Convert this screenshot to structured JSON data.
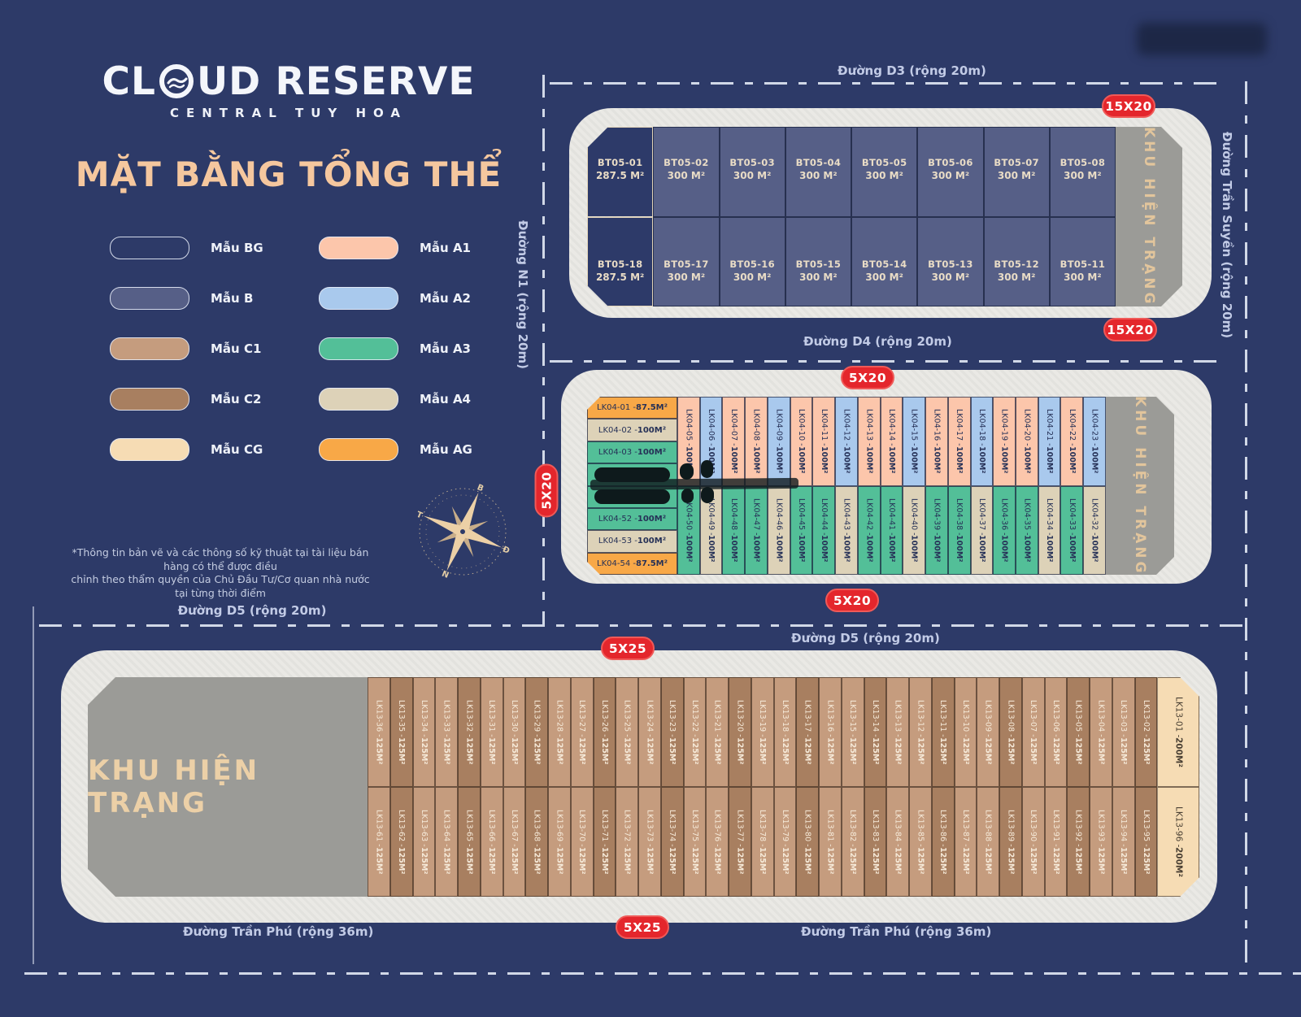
{
  "brand": {
    "logo_part1": "CL",
    "logo_part2": "UD RESERVE",
    "subtitle": "CENTRAL TUY HOA"
  },
  "title": "MẶT BẰNG TỔNG THỂ",
  "legend": {
    "left": [
      {
        "label": "Mẫu BG",
        "model": "BG"
      },
      {
        "label": "Mẫu B",
        "model": "B"
      },
      {
        "label": "Mẫu C1",
        "model": "C1"
      },
      {
        "label": "Mẫu C2",
        "model": "C2"
      },
      {
        "label": "Mẫu CG",
        "model": "CG"
      }
    ],
    "right": [
      {
        "label": "Mẫu A1",
        "model": "A1"
      },
      {
        "label": "Mẫu A2",
        "model": "A2"
      },
      {
        "label": "Mẫu A3",
        "model": "A3"
      },
      {
        "label": "Mẫu A4",
        "model": "A4"
      },
      {
        "label": "Mẫu AG",
        "model": "AG"
      }
    ]
  },
  "colors": {
    "BG": "transparent",
    "B": "#565f87",
    "C1": "#c59c7e",
    "C2": "#a87f60",
    "CG": "#f6dcb4",
    "A1": "#fcc6ab",
    "A2": "#a9c9ed",
    "A3": "#53bf98",
    "A4": "#ddd2b8",
    "AG": "#f8a847",
    "accent_red": "#e4262c",
    "pad": "#eae9e5",
    "gray_zone": "#9b9b97",
    "navy": "#2d3a68"
  },
  "disclaimer": {
    "line1": "*Thông tin bản vẽ và các thông số kỹ thuật tại tài liệu bán hàng có thể được điều",
    "line2": "chỉnh theo thẩm quyền của Chủ Đầu Tư/Cơ quan nhà nước tại từng thời điểm"
  },
  "compass": {
    "north": "B",
    "east": "Đ",
    "south": "N",
    "west": "T"
  },
  "roads": {
    "d3": "Đường D3 (rộng 20m)",
    "d4": "Đường D4 (rộng 20m)",
    "d5_left": "Đường D5 (rộng 20m)",
    "d5_right": "Đường D5 (rộng 20m)",
    "n1": "Đường N1 (rộng 20m)",
    "tran_suyen": "Đường Trần Suyền (rộng 20m)",
    "tran_phu_left": "Đường Trần Phú (rộng 36m)",
    "tran_phu_right": "Đường Trần Phú (rộng 36m)"
  },
  "badges": {
    "bt": "15X20",
    "lk04": "5X20",
    "lk13": "5X25"
  },
  "khu_hien_trang": "KHU HIỆN TRẠNG",
  "bt05": {
    "row1": [
      {
        "id": "BT05-01",
        "area": "287.5 M²",
        "m": "BG"
      },
      {
        "id": "BT05-02",
        "area": "300 M²",
        "m": "B"
      },
      {
        "id": "BT05-03",
        "area": "300 M²",
        "m": "B"
      },
      {
        "id": "BT05-04",
        "area": "300 M²",
        "m": "B"
      },
      {
        "id": "BT05-05",
        "area": "300 M²",
        "m": "B"
      },
      {
        "id": "BT05-06",
        "area": "300 M²",
        "m": "B"
      },
      {
        "id": "BT05-07",
        "area": "300 M²",
        "m": "B"
      },
      {
        "id": "BT05-08",
        "area": "300 M²",
        "m": "B"
      }
    ],
    "row2": [
      {
        "id": "BT05-18",
        "area": "287.5 M²",
        "m": "BG"
      },
      {
        "id": "BT05-17",
        "area": "300 M²",
        "m": "B"
      },
      {
        "id": "BT05-16",
        "area": "300 M²",
        "m": "B"
      },
      {
        "id": "BT05-15",
        "area": "300 M²",
        "m": "B"
      },
      {
        "id": "BT05-14",
        "area": "300 M²",
        "m": "B"
      },
      {
        "id": "BT05-13",
        "area": "300 M²",
        "m": "B"
      },
      {
        "id": "BT05-12",
        "area": "300 M²",
        "m": "B"
      },
      {
        "id": "BT05-11",
        "area": "300 M²",
        "m": "B"
      }
    ]
  },
  "lk04": {
    "left_column": [
      {
        "id": "LK04-01",
        "area": "87.5M²",
        "m": "AG",
        "chamfer": "tl"
      },
      {
        "id": "LK04-02",
        "area": "100M²",
        "m": "A4"
      },
      {
        "id": "LK04-03",
        "area": "100M²",
        "m": "A3"
      },
      {
        "id": "",
        "area": "",
        "m": "A3",
        "redacted": true
      },
      {
        "id": "",
        "area": "",
        "m": "A3",
        "redacted": true
      },
      {
        "id": "LK04-52",
        "area": "100M²",
        "m": "A3"
      },
      {
        "id": "LK04-53",
        "area": "100M²",
        "m": "A4"
      },
      {
        "id": "LK04-54",
        "area": "87.5M²",
        "m": "AG",
        "chamfer": "bl"
      }
    ],
    "top_row": [
      {
        "id": "LK04-05",
        "area": "100M²",
        "m": "A1"
      },
      {
        "id": "LK04-06",
        "area": "100M²",
        "m": "A2"
      },
      {
        "id": "LK04-07",
        "area": "100M²",
        "m": "A1"
      },
      {
        "id": "LK04-08",
        "area": "100M²",
        "m": "A1"
      },
      {
        "id": "LK04-09",
        "area": "100M²",
        "m": "A2"
      },
      {
        "id": "LK04-10",
        "area": "100M²",
        "m": "A1"
      },
      {
        "id": "LK04-11",
        "area": "100M²",
        "m": "A1"
      },
      {
        "id": "LK04-12",
        "area": "100M²",
        "m": "A2"
      },
      {
        "id": "LK04-13",
        "area": "100M²",
        "m": "A1"
      },
      {
        "id": "LK04-14",
        "area": "100M²",
        "m": "A1"
      },
      {
        "id": "LK04-15",
        "area": "100M²",
        "m": "A2"
      },
      {
        "id": "LK04-16",
        "area": "100M²",
        "m": "A1"
      },
      {
        "id": "LK04-17",
        "area": "100M²",
        "m": "A1"
      },
      {
        "id": "LK04-18",
        "area": "100M²",
        "m": "A2"
      },
      {
        "id": "LK04-19",
        "area": "100M²",
        "m": "A1"
      },
      {
        "id": "LK04-20",
        "area": "100M²",
        "m": "A1"
      },
      {
        "id": "LK04-21",
        "area": "100M²",
        "m": "A2"
      },
      {
        "id": "LK04-22",
        "area": "100M²",
        "m": "A1"
      },
      {
        "id": "LK04-23",
        "area": "100M²",
        "m": "A2"
      }
    ],
    "bottom_row": [
      {
        "id": "LK04-50",
        "area": "100M²",
        "m": "A3"
      },
      {
        "id": "LK04-49",
        "area": "100M²",
        "m": "A4"
      },
      {
        "id": "LK04-48",
        "area": "100M²",
        "m": "A3"
      },
      {
        "id": "LK04-47",
        "area": "100M²",
        "m": "A3"
      },
      {
        "id": "LK04-46",
        "area": "100M²",
        "m": "A4"
      },
      {
        "id": "LK04-45",
        "area": "100M²",
        "m": "A3"
      },
      {
        "id": "LK04-44",
        "area": "100M²",
        "m": "A3"
      },
      {
        "id": "LK04-43",
        "area": "100M²",
        "m": "A4"
      },
      {
        "id": "LK04-42",
        "area": "100M²",
        "m": "A3"
      },
      {
        "id": "LK04-41",
        "area": "100M²",
        "m": "A3"
      },
      {
        "id": "LK04-40",
        "area": "100M²",
        "m": "A4"
      },
      {
        "id": "LK04-39",
        "area": "100M²",
        "m": "A3"
      },
      {
        "id": "LK04-38",
        "area": "100M²",
        "m": "A3"
      },
      {
        "id": "LK04-37",
        "area": "100M²",
        "m": "A4"
      },
      {
        "id": "LK04-36",
        "area": "100M²",
        "m": "A3"
      },
      {
        "id": "LK04-35",
        "area": "100M²",
        "m": "A3"
      },
      {
        "id": "LK04-34",
        "area": "100M²",
        "m": "A4"
      },
      {
        "id": "LK04-33",
        "area": "100M²",
        "m": "A3"
      },
      {
        "id": "LK04-32",
        "area": "100M²",
        "m": "A4"
      }
    ]
  },
  "lk13": {
    "top_row": [
      {
        "id": "LK13-36",
        "area": "125M²",
        "m": "C1"
      },
      {
        "id": "LK13-35",
        "area": "125M²",
        "m": "C2"
      },
      {
        "id": "LK13-34",
        "area": "125M²",
        "m": "C1"
      },
      {
        "id": "LK13-33",
        "area": "125M²",
        "m": "C1"
      },
      {
        "id": "LK13-32",
        "area": "125M²",
        "m": "C2"
      },
      {
        "id": "LK13-31",
        "area": "125M²",
        "m": "C1"
      },
      {
        "id": "LK13-30",
        "area": "125M²",
        "m": "C1"
      },
      {
        "id": "LK13-29",
        "area": "125M²",
        "m": "C2"
      },
      {
        "id": "LK13-28",
        "area": "125M²",
        "m": "C1"
      },
      {
        "id": "LK13-27",
        "area": "125M²",
        "m": "C1"
      },
      {
        "id": "LK13-26",
        "area": "125M²",
        "m": "C2"
      },
      {
        "id": "LK13-25",
        "area": "125M²",
        "m": "C1"
      },
      {
        "id": "LK13-24",
        "area": "125M²",
        "m": "C1"
      },
      {
        "id": "LK13-23",
        "area": "125M²",
        "m": "C2"
      },
      {
        "id": "LK13-22",
        "area": "125M²",
        "m": "C1"
      },
      {
        "id": "LK13-21",
        "area": "125M²",
        "m": "C1"
      },
      {
        "id": "LK13-20",
        "area": "125M²",
        "m": "C2"
      },
      {
        "id": "LK13-19",
        "area": "125M²",
        "m": "C1"
      },
      {
        "id": "LK13-18",
        "area": "125M²",
        "m": "C1"
      },
      {
        "id": "LK13-17",
        "area": "125M²",
        "m": "C2"
      },
      {
        "id": "LK13-16",
        "area": "125M²",
        "m": "C1"
      },
      {
        "id": "LK13-15",
        "area": "125M²",
        "m": "C1"
      },
      {
        "id": "LK13-14",
        "area": "125M²",
        "m": "C2"
      },
      {
        "id": "LK13-13",
        "area": "125M²",
        "m": "C1"
      },
      {
        "id": "LK13-12",
        "area": "125M²",
        "m": "C1"
      },
      {
        "id": "LK13-11",
        "area": "125M²",
        "m": "C2"
      },
      {
        "id": "LK13-10",
        "area": "125M²",
        "m": "C1"
      },
      {
        "id": "LK13-09",
        "area": "125M²",
        "m": "C1"
      },
      {
        "id": "LK13-08",
        "area": "125M²",
        "m": "C2"
      },
      {
        "id": "LK13-07",
        "area": "125M²",
        "m": "C1"
      },
      {
        "id": "LK13-06",
        "area": "125M²",
        "m": "C1"
      },
      {
        "id": "LK13-05",
        "area": "125M²",
        "m": "C2"
      },
      {
        "id": "LK13-04",
        "area": "125M²",
        "m": "C1"
      },
      {
        "id": "LK13-03",
        "area": "125M²",
        "m": "C1"
      },
      {
        "id": "LK13-02",
        "area": "125M²",
        "m": "C2"
      },
      {
        "id": "LK13-01",
        "area": "200M²",
        "m": "CG",
        "wide": true,
        "chamfer": "tr"
      }
    ],
    "bottom_row": [
      {
        "id": "LK13-61",
        "area": "125M²",
        "m": "C1"
      },
      {
        "id": "LK13-62",
        "area": "125M²",
        "m": "C2"
      },
      {
        "id": "LK13-63",
        "area": "125M²",
        "m": "C1"
      },
      {
        "id": "LK13-64",
        "area": "125M²",
        "m": "C1"
      },
      {
        "id": "LK13-65",
        "area": "125M²",
        "m": "C2"
      },
      {
        "id": "LK13-66",
        "area": "125M²",
        "m": "C1"
      },
      {
        "id": "LK13-67",
        "area": "125M²",
        "m": "C1"
      },
      {
        "id": "LK13-68",
        "area": "125M²",
        "m": "C2"
      },
      {
        "id": "LK13-69",
        "area": "125M²",
        "m": "C1"
      },
      {
        "id": "LK13-70",
        "area": "125M²",
        "m": "C1"
      },
      {
        "id": "LK13-71",
        "area": "125M²",
        "m": "C2"
      },
      {
        "id": "LK13-72",
        "area": "125M²",
        "m": "C1"
      },
      {
        "id": "LK13-73",
        "area": "125M²",
        "m": "C1"
      },
      {
        "id": "LK13-74",
        "area": "125M²",
        "m": "C2"
      },
      {
        "id": "LK13-75",
        "area": "125M²",
        "m": "C1"
      },
      {
        "id": "LK13-76",
        "area": "125M²",
        "m": "C1"
      },
      {
        "id": "LK13-77",
        "area": "125M²",
        "m": "C2"
      },
      {
        "id": "LK13-78",
        "area": "125M²",
        "m": "C1"
      },
      {
        "id": "LK13-79",
        "area": "125M²",
        "m": "C1"
      },
      {
        "id": "LK13-80",
        "area": "125M²",
        "m": "C2"
      },
      {
        "id": "LK13-81",
        "area": "125M²",
        "m": "C1"
      },
      {
        "id": "LK13-82",
        "area": "125M²",
        "m": "C1"
      },
      {
        "id": "LK13-83",
        "area": "125M²",
        "m": "C2"
      },
      {
        "id": "LK13-84",
        "area": "125M²",
        "m": "C1"
      },
      {
        "id": "LK13-85",
        "area": "125M²",
        "m": "C1"
      },
      {
        "id": "LK13-86",
        "area": "125M²",
        "m": "C2"
      },
      {
        "id": "LK13-87",
        "area": "125M²",
        "m": "C1"
      },
      {
        "id": "LK13-88",
        "area": "125M²",
        "m": "C1"
      },
      {
        "id": "LK13-89",
        "area": "125M²",
        "m": "C2"
      },
      {
        "id": "LK13-90",
        "area": "125M²",
        "m": "C1"
      },
      {
        "id": "LK13-91",
        "area": "125M²",
        "m": "C1"
      },
      {
        "id": "LK13-92",
        "area": "125M²",
        "m": "C2"
      },
      {
        "id": "LK13-93",
        "area": "125M²",
        "m": "C1"
      },
      {
        "id": "LK13-94",
        "area": "125M²",
        "m": "C1"
      },
      {
        "id": "LK13-95",
        "area": "125M²",
        "m": "C2"
      },
      {
        "id": "LK13-96",
        "area": "200M²",
        "m": "CG",
        "wide": true,
        "chamfer": "br"
      }
    ]
  }
}
